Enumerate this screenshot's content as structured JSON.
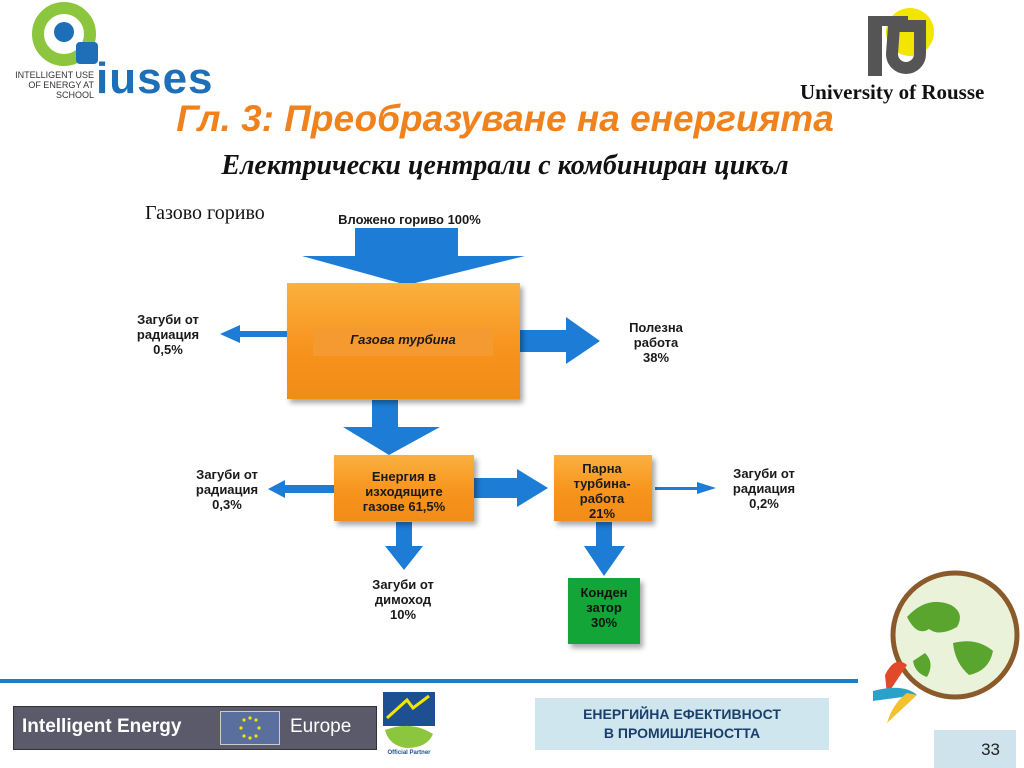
{
  "header": {
    "title": "Гл. 3: Преобразуване на енергията",
    "subtitle": "Електрически централи с комбиниран цикъл",
    "fuel_type": "Газово гориво"
  },
  "logos": {
    "iuses_subtitle": "INTELLIGENT USE\nOF ENERGY AT SCHOOL",
    "iuses_word": "IUSES",
    "university": "University of Rousse"
  },
  "diagram": {
    "input_fuel": "Вложено гориво 100%",
    "gas_turbine": "Газова турбина",
    "loss_radiation_top": "Загуби от\nрадиация\n0,5%",
    "useful_work": "Полезна\nработа\n38%",
    "exhaust_energy": "Енергия в\nизходящите\nгазове 61,5%",
    "loss_radiation_left": "Загуби от\nрадиация\n0,3%",
    "steam_turbine": "Парна\nтурбина-\nработа\n21%",
    "loss_radiation_right": "Загуби от\nрадиация\n0,2%",
    "loss_chimney": "Загуби от\nдимоход\n10%",
    "condenser": "Конден\nзатор\n30%"
  },
  "footer": {
    "ie_left": "Intelligent Energy",
    "ie_right": "Europe",
    "official_partner": "Official Partner",
    "course_title": "ЕНЕРГИЙНА ЕФЕКТИВНОСТ\nВ ПРОМИШЛЕНОСТТА",
    "page_number": "33"
  },
  "colors": {
    "title": "#f0821e",
    "arrow": "#1c7cd6",
    "orange_box": "#f7941d",
    "green_box": "#13a538",
    "footer_line": "#1f7ec2"
  }
}
